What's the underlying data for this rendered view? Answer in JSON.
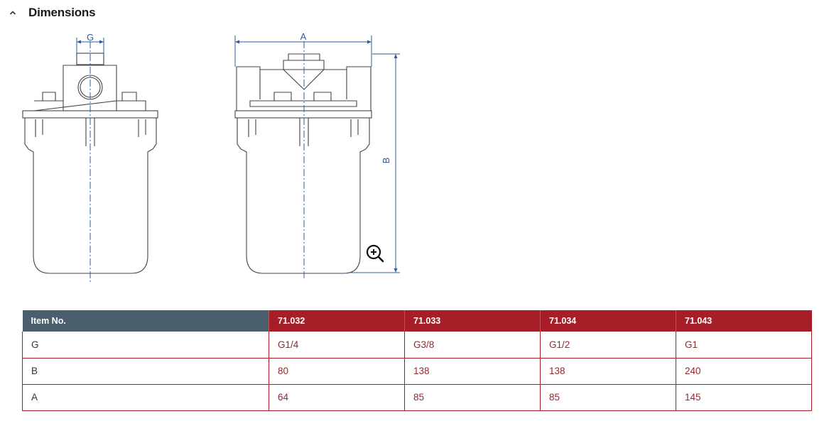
{
  "section": {
    "title": "Dimensions",
    "collapse_icon": "chevron-up-icon"
  },
  "drawing": {
    "labels": {
      "g": "G",
      "a": "A",
      "b": "B"
    },
    "zoom_icon": "zoom-in-icon"
  },
  "table": {
    "header_label": "Item No.",
    "items": [
      "71.032",
      "71.033",
      "71.034",
      "71.043"
    ],
    "rows": [
      {
        "label": "G",
        "values": [
          "G1/4",
          "G3/8",
          "G1/2",
          "G1"
        ]
      },
      {
        "label": "B",
        "values": [
          "80",
          "138",
          "138",
          "240"
        ]
      },
      {
        "label": "A",
        "values": [
          "64",
          "85",
          "85",
          "145"
        ]
      }
    ]
  },
  "colors": {
    "header_dark": "#4b5e6b",
    "header_red": "#a61e28",
    "dimension_blue": "#2e5d9e"
  }
}
